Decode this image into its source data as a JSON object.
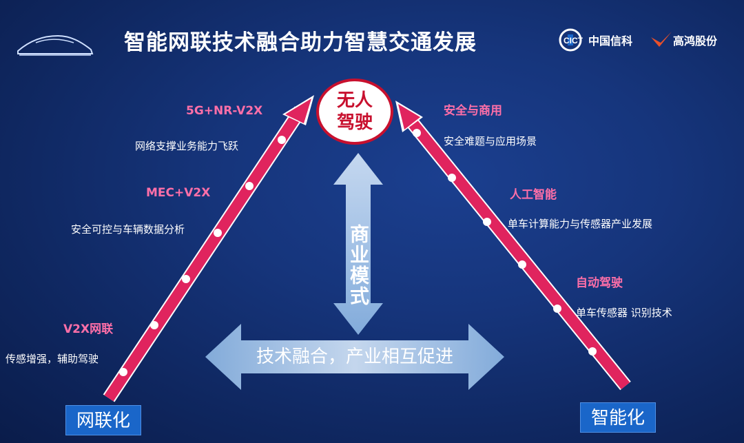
{
  "title": "智能网联技术融合助力智慧交通发展",
  "logos": {
    "cict_text": "中国信科",
    "gaohong_text": "高鸿股份"
  },
  "center": {
    "line1": "无人",
    "line2": "驾驶"
  },
  "left_base": "网联化",
  "right_base": "智能化",
  "left_arm": [
    {
      "title": "5G+NR-V2X",
      "desc": "网络支撑业务能力飞跃"
    },
    {
      "title": "MEC+V2X",
      "desc": "安全可控与车辆数据分析"
    },
    {
      "title": "V2X网联",
      "desc": "传感增强，辅助驾驶"
    }
  ],
  "right_arm": [
    {
      "title": "安全与商用",
      "desc": "安全难题与应用场景"
    },
    {
      "title": "人工智能",
      "desc": "单车计算能力与传感器产业发展"
    },
    {
      "title": "自动驾驶",
      "desc": "单车传感器 识别技术"
    }
  ],
  "vertical_arrow_label": "商业模式",
  "horizontal_arrow_label": "技术融合，产业相互促进",
  "colors": {
    "accent_red": "#e0245e",
    "pink_text": "#ff6fa8",
    "base_box": "#1a66c9",
    "arrow_light": "#bcd8f5"
  }
}
